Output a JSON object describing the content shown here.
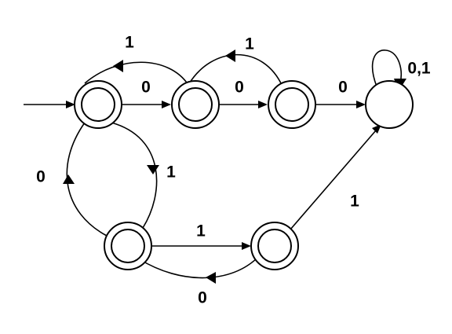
{
  "diagram": {
    "kind": "finite-state-automaton",
    "states": [
      {
        "id": "q0",
        "accepting": true,
        "start": true
      },
      {
        "id": "q1",
        "accepting": true
      },
      {
        "id": "q2",
        "accepting": true
      },
      {
        "id": "q3",
        "accepting": false
      },
      {
        "id": "q4",
        "accepting": true
      },
      {
        "id": "q5",
        "accepting": true
      }
    ],
    "transitions": [
      {
        "id": "q0-q1",
        "from": "q0",
        "to": "q1",
        "label": "0"
      },
      {
        "id": "q1-q0",
        "from": "q1",
        "to": "q0",
        "label": "1"
      },
      {
        "id": "q1-q2",
        "from": "q1",
        "to": "q2",
        "label": "0"
      },
      {
        "id": "q2-q1",
        "from": "q2",
        "to": "q1",
        "label": "1"
      },
      {
        "id": "q2-q3",
        "from": "q2",
        "to": "q3",
        "label": "0"
      },
      {
        "id": "q3-q3",
        "from": "q3",
        "to": "q3",
        "label": "0,1"
      },
      {
        "id": "q0-q4",
        "from": "q0",
        "to": "q4",
        "label": "1"
      },
      {
        "id": "q4-q0",
        "from": "q4",
        "to": "q0",
        "label": "0"
      },
      {
        "id": "q4-q5",
        "from": "q4",
        "to": "q5",
        "label": "1"
      },
      {
        "id": "q5-q4",
        "from": "q5",
        "to": "q4",
        "label": "0"
      },
      {
        "id": "q5-q3",
        "from": "q5",
        "to": "q3",
        "label": "1"
      }
    ]
  }
}
